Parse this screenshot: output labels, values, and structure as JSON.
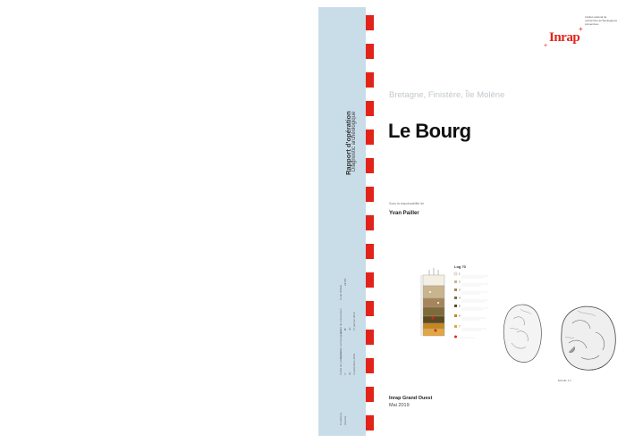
{
  "spine": {
    "title": "Rapport d’opération",
    "subtitle": "Diagnostic archéologique",
    "meta_blocks": [
      [
        "Code INSEE",
        "29150"
      ],
      [
        "Opération archéologique",
        "D"
      ],
      [
        "Arrêté de prescription",
        "n°",
        "du",
        "17 janvier 2019"
      ],
      [
        "Arrêté de prescription",
        "n°",
        "du",
        "4 septembre 2019"
      ],
      [
        "Conditions",
        "d’accès"
      ]
    ]
  },
  "logo": {
    "text": "Inrap",
    "institute": "Institut national de recherches archéologiques préventives"
  },
  "cover": {
    "region": "Bretagne, Finistère, Île Molène",
    "title": "Le Bourg",
    "responsible_label": "Sous la responsabilité de",
    "responsible_name": "Yvan Pailler",
    "agency": "Inrap Grand Ouest",
    "date": "Mai 2019"
  },
  "figure_stratigraphy": {
    "title": "Log 70",
    "legend": [
      "1",
      "2",
      "3",
      "4",
      "5",
      "6",
      "7"
    ],
    "colors": [
      "#f3efe3",
      "#c9b58d",
      "#a7855b",
      "#7f6a3a",
      "#5b4a1f",
      "#c7871e",
      "#e2a743",
      "#e2231a"
    ]
  },
  "figure_pebbles": {
    "caption": "Echelle 1:1"
  }
}
